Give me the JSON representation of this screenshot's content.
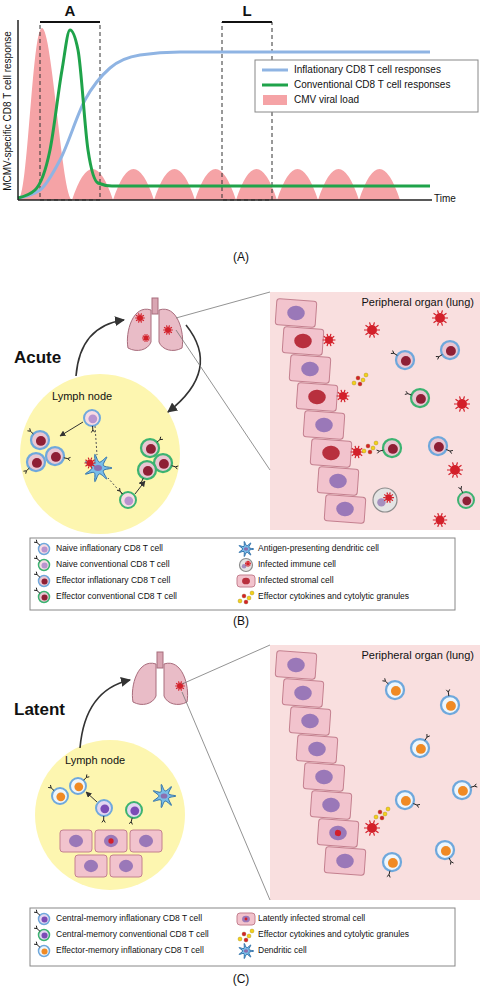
{
  "diagram": {
    "nodes": [
      {
        "text": [
          "Peripheral organ (lung)"
        ]
      },
      {
        "text": [
          "Lymph node"
        ]
      },
      {
        "text": [
          "Peripheral organ (lung)"
        ]
      },
      {
        "text": [
          "Lymph node"
        ]
      }
    ],
    "labels": [
      "A",
      "L",
      "MCMV-specific CD8 T cell response",
      "Time",
      "(A)",
      "Acute",
      "(B)",
      "Latent",
      "(C)"
    ],
    "legend": [
      {
        "text": "Inflationary CD8 T cell responses"
      },
      {
        "text": "Conventional CD8 T cell responses"
      },
      {
        "text": "CMV viral load",
        "color": "#f5a3a6"
      },
      {
        "text": "Naive inflationary CD8 T cell"
      },
      {
        "text": "Naive conventional CD8 T cell"
      },
      {
        "text": "Effector inflationary CD8 T cell"
      },
      {
        "text": "Effector conventional CD8 T cell"
      },
      {
        "text": "Antigen-presenting dendritic cell"
      },
      {
        "text": "Infected immune cell"
      },
      {
        "text": "Infected stromal cell"
      },
      {
        "text": "Effector cytokines and cytolytic granules"
      },
      {
        "text": "Central-memory inflationary CD8 T cell"
      },
      {
        "text": "Central-memory conventional CD8 T cell"
      },
      {
        "text": "Effector-memory inflationary CD8 T cell"
      },
      {
        "text": "Latently infected stromal cell"
      },
      {
        "text": "Effector cytokines and cytolytic granules"
      },
      {
        "text": "Dendritic cell"
      }
    ]
  }
}
